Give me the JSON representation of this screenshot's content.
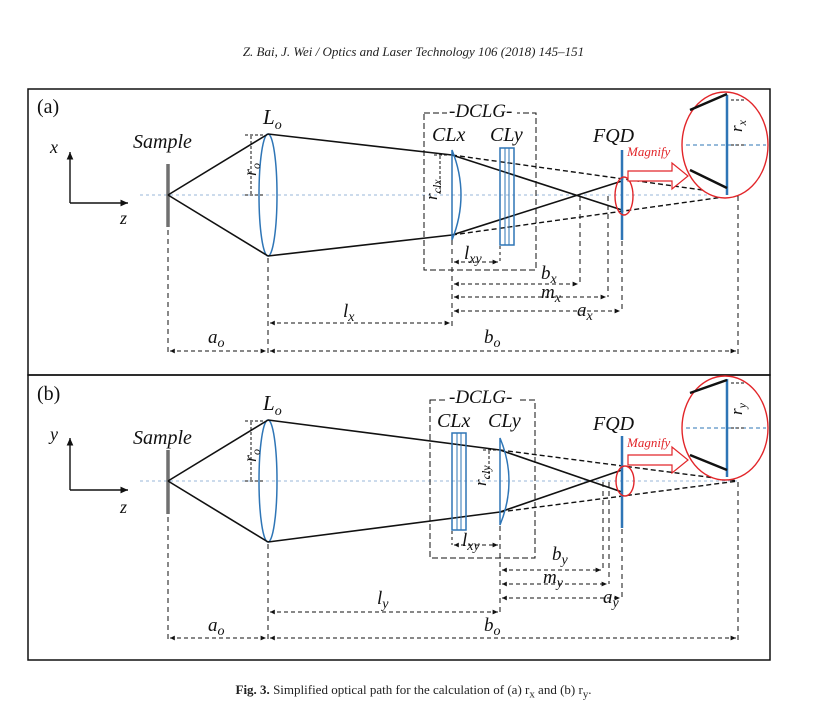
{
  "header": "Z. Bai, J. Wei / Optics and Laser Technology 106 (2018) 145–151",
  "caption": {
    "prefix": "Fig. 3.",
    "text": "Simplified optical path for the calculation of (a) r",
    "mid": " and (b) r",
    "end": ".",
    "sub_x": "x",
    "sub_y": "y"
  },
  "colors": {
    "lens_blue": "#2e75b6",
    "magnify_red": "#e2262a",
    "axis_dashed": "#9ab7d8",
    "sample_gray": "#707070"
  },
  "panel_a": {
    "tag": "(a)",
    "axis_vertical": "x",
    "axis_horizontal": "z",
    "sample": "Sample",
    "objective": "L",
    "objective_sub": "o",
    "dclg": "DCLG",
    "lens1": "CLx",
    "lens2": "CLy",
    "fqd": "FQD",
    "magnify": "Magnify",
    "r_o": "r",
    "r_o_sub": "o",
    "r_cl": "r",
    "r_cl_sub": "clx",
    "r_mag": "r",
    "r_mag_sub": "x",
    "l_xy": "l",
    "l_xy_sub": "xy",
    "b": "b",
    "b_sub": "x",
    "m": "m",
    "m_sub": "x",
    "a": "a",
    "a_sub": "x",
    "l": "l",
    "l_sub": "x",
    "a_o": "a",
    "a_o_sub": "o",
    "b_o": "b",
    "b_o_sub": "o"
  },
  "panel_b": {
    "tag": "(b)",
    "axis_vertical": "y",
    "axis_horizontal": "z",
    "sample": "Sample",
    "objective": "L",
    "objective_sub": "o",
    "dclg": "DCLG",
    "lens1": "CLx",
    "lens2": "CLy",
    "fqd": "FQD",
    "magnify": "Magnify",
    "r_o": "r",
    "r_o_sub": "o",
    "r_cl": "r",
    "r_cl_sub": "cly",
    "r_mag": "r",
    "r_mag_sub": "y",
    "l_xy": "l",
    "l_xy_sub": "xy",
    "b": "b",
    "b_sub": "y",
    "m": "m",
    "m_sub": "y",
    "a": "a",
    "a_sub": "y",
    "l": "l",
    "l_sub": "y",
    "a_o": "a",
    "a_o_sub": "o",
    "b_o": "b",
    "b_o_sub": "o"
  }
}
